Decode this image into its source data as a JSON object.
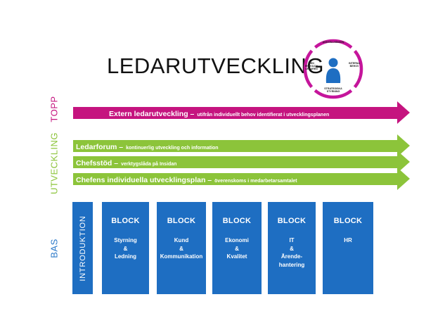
{
  "title": "LEDARUTVECKLING",
  "wheel": {
    "top_label": "ANSTÄLLNINGEN",
    "left_label": "DEN ENSKILDA\nLEDAREN",
    "right_label": "INTERNA\nBEHOV",
    "bottom_label": "STRATEGISKA\nSTYRNING",
    "ring_color": "#c5159b",
    "figure_color": "#1e6ec2"
  },
  "side_labels": {
    "top": "TOPP",
    "mid": "UTVECKLING",
    "bottom": "BAS"
  },
  "arrows": {
    "top": {
      "main": "Extern ledarutveckling –",
      "sub": "utifrån individuellt behov identifierat i utvecklingsplanen",
      "color": "#c5147f"
    },
    "forum": {
      "main": "Ledarforum –",
      "sub": "kontinuerlig utveckling och information",
      "color": "#8cc43a"
    },
    "chefsstod": {
      "main": "Chefsstöd –",
      "sub": "verktygslåda på Insidan",
      "color": "#8cc43a"
    },
    "plan": {
      "main": "Chefens individuella utvecklingsplan –",
      "sub": "överenskoms i medarbetarsamtalet",
      "color": "#8cc43a"
    }
  },
  "intro_label": "INTRODUKTION",
  "blocks": [
    {
      "head": "BLOCK",
      "body": "Styrning\n&\nLedning"
    },
    {
      "head": "BLOCK",
      "body": "Kund\n&\nKommunikation"
    },
    {
      "head": "BLOCK",
      "body": "Ekonomi\n&\nKvalitet"
    },
    {
      "head": "BLOCK",
      "body": "IT\n&\nÄrende-\nhantering"
    },
    {
      "head": "BLOCK",
      "body": "HR"
    }
  ],
  "colors": {
    "block_blue": "#1e6ec2",
    "magenta": "#c5147f",
    "green": "#8cc43a",
    "bas_blue": "#2a78c8"
  }
}
